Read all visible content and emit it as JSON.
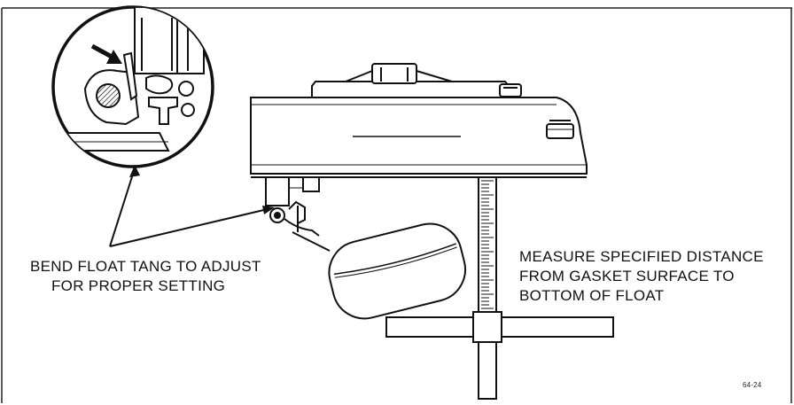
{
  "labels": {
    "bend_line1": "BEND FLOAT TANG TO ADJUST",
    "bend_line2": "FOR PROPER SETTING",
    "measure_line1": "MEASURE SPECIFIED DISTANCE",
    "measure_line2": "FROM GASKET SURFACE TO",
    "measure_line3": "BOTTOM OF FLOAT",
    "figure_number": "64-24"
  },
  "colors": {
    "ink": "#111111",
    "paper": "#ffffff"
  }
}
